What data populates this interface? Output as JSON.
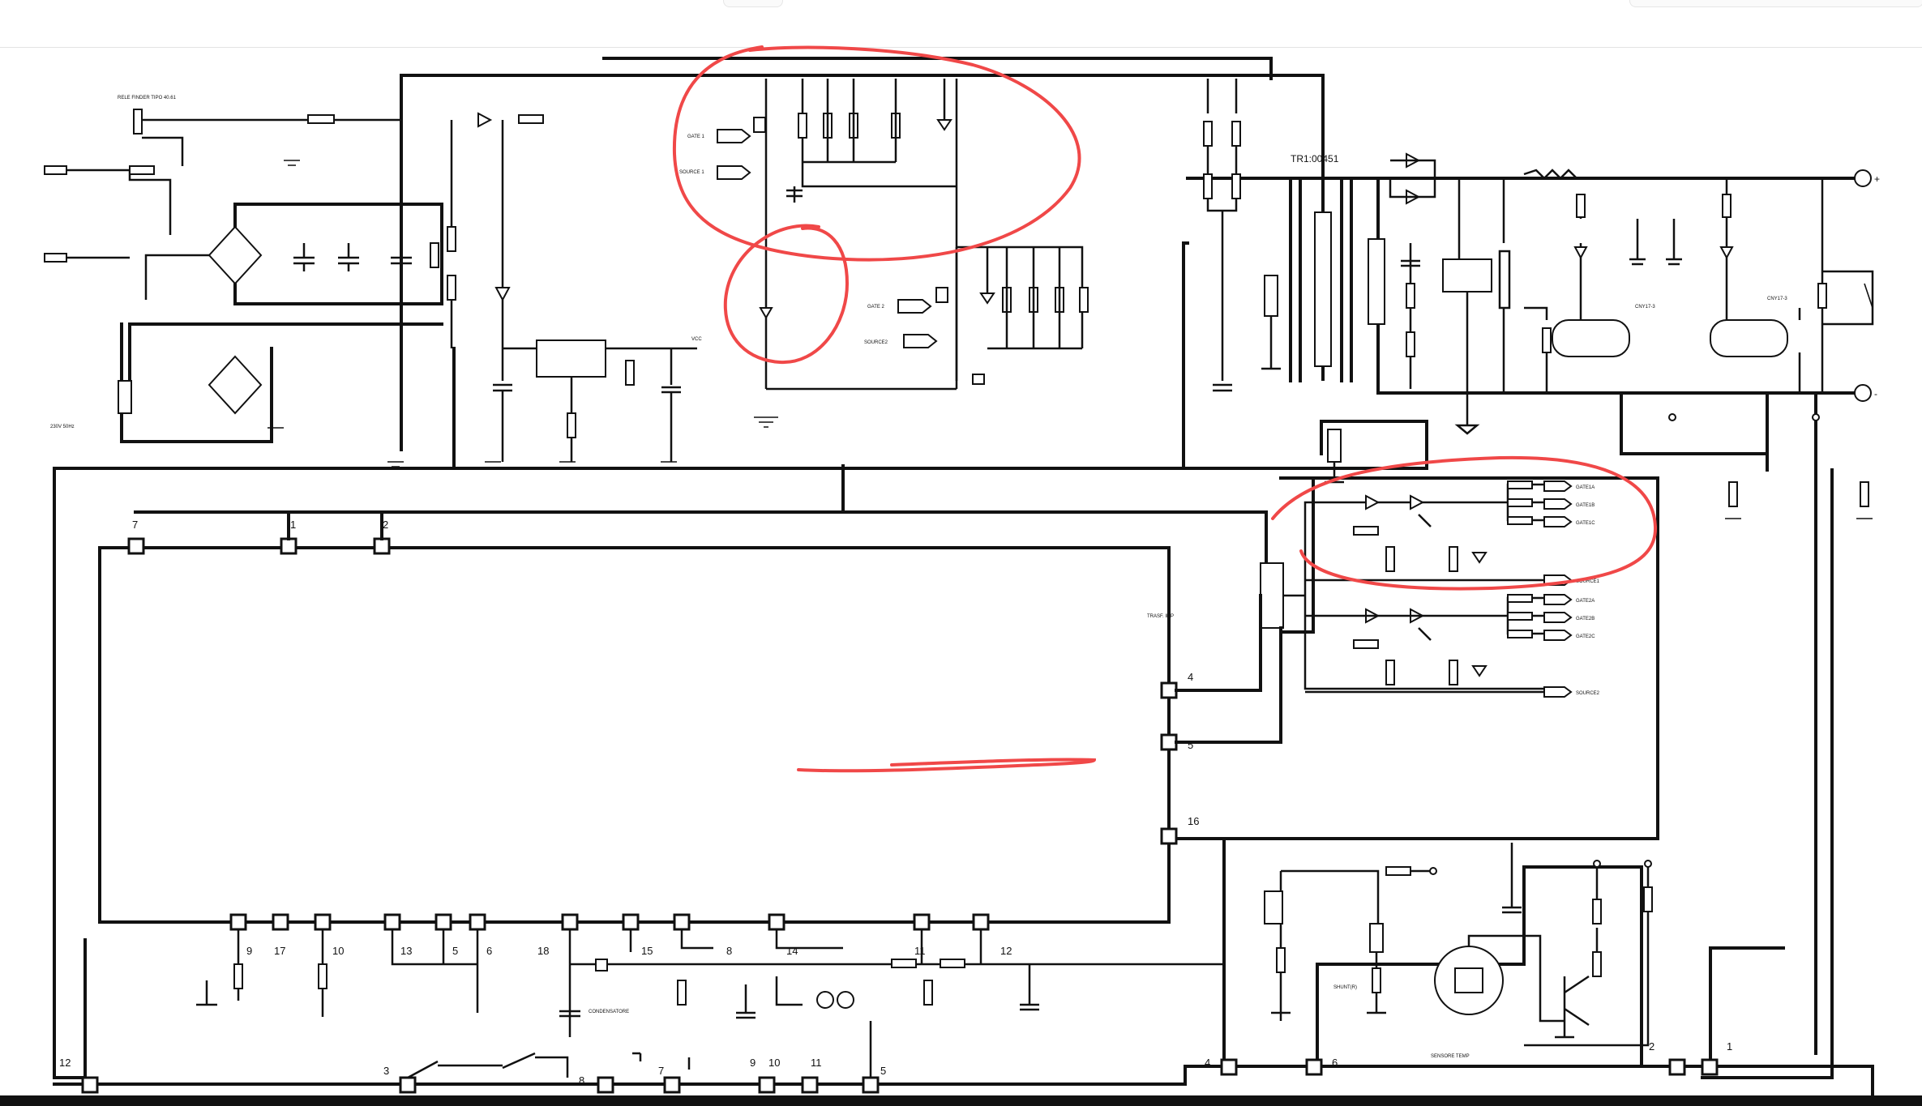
{
  "header": {},
  "diagram": {
    "transformer": "TR1:00451",
    "pins": {
      "mc_top_7": "7",
      "mc_top_1": "1",
      "mc_top_2": "2",
      "mc_right_4": "4",
      "mc_right_5": "5",
      "mc_right_16": "16",
      "mc_bottom": [
        "9",
        "17",
        "10",
        "13",
        "5",
        "6",
        "18",
        "15",
        "8",
        "14",
        "11",
        "12"
      ],
      "conn_bottom": [
        "12",
        "3",
        "8",
        "7",
        "9",
        "10",
        "11",
        "5"
      ],
      "conn_right": [
        "4",
        "6",
        "2",
        "1"
      ]
    },
    "gates": {
      "gate1": "GATE 1",
      "source1": "SOURCE 1",
      "gate2": "GATE 2",
      "source2": "SOURCE2",
      "gate1a": "GATE1A",
      "gate1b": "GATE1B",
      "gate1c": "GATE1C",
      "source_1": "SOURCE1",
      "gate2a": "GATE2A",
      "gate2b": "GATE2B",
      "gate2c": "GATE2C",
      "source_2": "SOURCE2"
    },
    "labels": {
      "relay": "RELE FINDER TIPO 40.61",
      "vcc": "VCC",
      "cond": "CONDENSATORE",
      "tl1": "TRASF. IMP",
      "out_pos": "+",
      "out_neg": "-",
      "shunt": "SHUNT(R)",
      "voltage": "230V 50Hz",
      "opto": "CNY17-3",
      "temp": "SENSORE TEMP"
    },
    "annotations": [
      {
        "shape": "loop",
        "color": "#f04848"
      },
      {
        "shape": "circle",
        "color": "#f04848"
      },
      {
        "shape": "underline",
        "color": "#f04848"
      },
      {
        "shape": "loop",
        "color": "#f04848"
      }
    ]
  }
}
